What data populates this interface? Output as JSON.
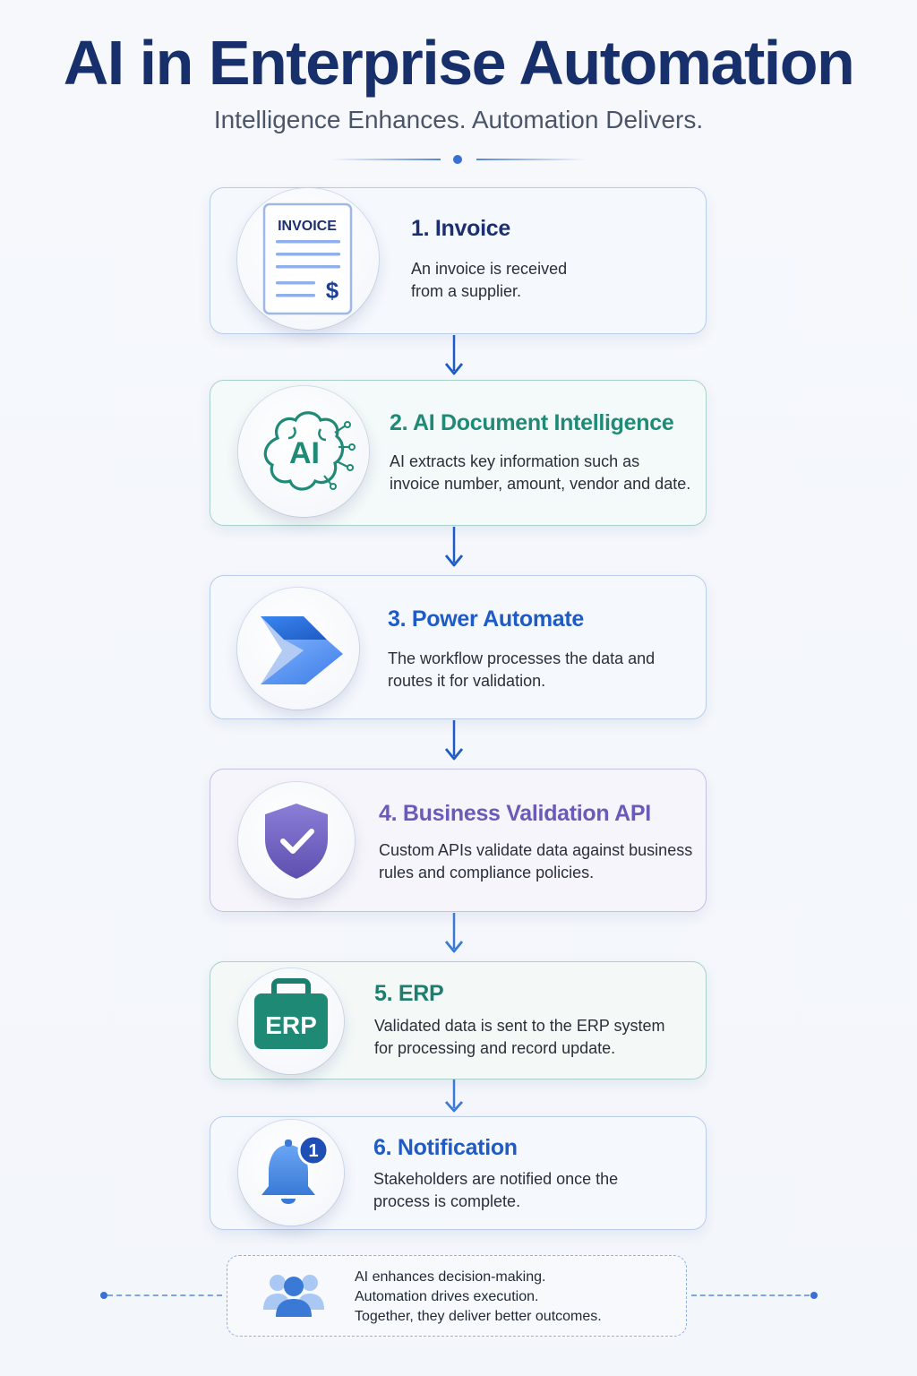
{
  "header": {
    "title": "AI in Enterprise Automation",
    "subtitle": "Intelligence Enhances. Automation Delivers."
  },
  "steps": [
    {
      "title": "1. Invoice",
      "desc": [
        "An invoice is received",
        "from a supplier."
      ],
      "icon": "invoice-document-icon",
      "icon_text": "INVOICE",
      "icon_symbol": "$",
      "color": "#1c2f6e"
    },
    {
      "title": "2. AI Document Intelligence",
      "desc": [
        "AI extracts key information such as",
        "invoice number, amount, vendor and date."
      ],
      "icon": "ai-brain-icon",
      "icon_text": "AI",
      "color": "#1f8a76"
    },
    {
      "title": "3. Power Automate",
      "desc": [
        "The workflow processes the data and",
        "routes it for validation."
      ],
      "icon": "power-automate-icon",
      "color": "#1f5bc4"
    },
    {
      "title": "4. Business Validation API",
      "desc": [
        "Custom APIs validate data against business",
        "rules and compliance policies."
      ],
      "icon": "shield-check-icon",
      "color": "#6a5bb8"
    },
    {
      "title": "5. ERP",
      "desc": [
        "Validated data is sent to the ERP system",
        "for processing and record update."
      ],
      "icon": "erp-briefcase-icon",
      "icon_text": "ERP",
      "color": "#1e7e6e"
    },
    {
      "title": "6. Notification",
      "desc": [
        "Stakeholders are notified once the",
        "process is complete."
      ],
      "icon": "notification-bell-icon",
      "icon_badge": "1",
      "color": "#1f5bc4"
    }
  ],
  "footer": {
    "lines": [
      "AI enhances decision-making.",
      "Automation drives execution.",
      "Together, they deliver better outcomes."
    ],
    "icon": "people-group-icon"
  },
  "colors": {
    "title": "#17306b",
    "accent_blue": "#1f5bc4",
    "teal": "#1f8a76",
    "purple": "#6a5bb8"
  }
}
